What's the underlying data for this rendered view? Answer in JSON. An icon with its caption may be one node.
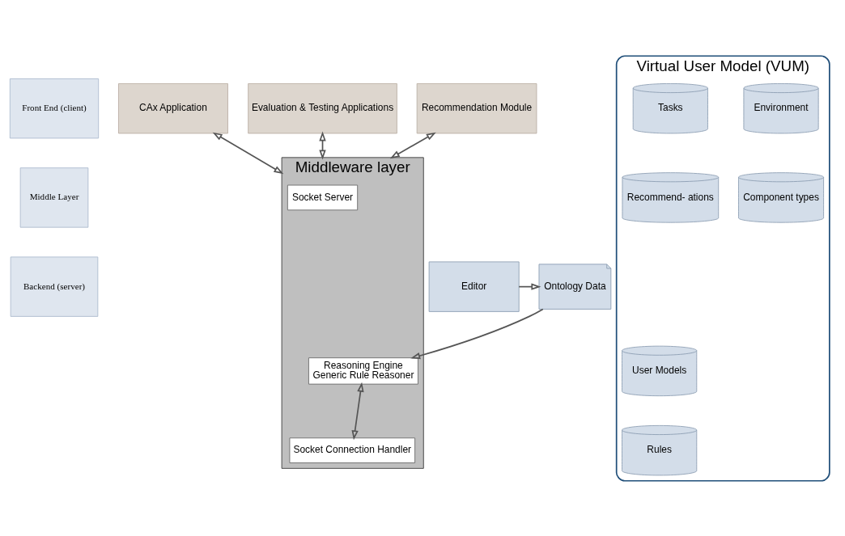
{
  "diagram": {
    "nodes": [
      {
        "text": [
          "Front End (client)"
        ]
      },
      {
        "text": [
          "Middle Layer"
        ]
      },
      {
        "text": [
          "Backend (server)"
        ]
      },
      {
        "text": [
          "Recommendation Module"
        ]
      },
      {
        "text": [
          "CAx Application"
        ]
      },
      {
        "text": [
          "Evaluation & Testing Applications"
        ]
      },
      {
        "text": [
          "Middleware layer"
        ]
      },
      {
        "text": [
          "Socket Server"
        ],
        "in": 6
      },
      {
        "text": [
          "Reasoning Engine",
          "Generic Rule Reasoner"
        ],
        "in": 6
      },
      {
        "text": [
          "Socket Connection Handler"
        ],
        "in": 6
      },
      {
        "text": [
          "Virtual User Model (VUM)"
        ]
      },
      {
        "text": [
          "User Models"
        ],
        "in": 10
      },
      {
        "text": [
          "Environment"
        ],
        "in": 10
      },
      {
        "text": [
          "Tasks"
        ],
        "in": 10
      },
      {
        "text": [
          "Rules"
        ],
        "in": 10
      },
      {
        "text": [
          "Component types"
        ],
        "in": 10
      },
      {
        "text": [
          "Recommend- ations"
        ],
        "in": 10
      },
      {
        "text": [
          "Editor"
        ]
      },
      {
        "text": [
          "Ontology Data"
        ]
      }
    ],
    "edges": [
      {
        "from": 3,
        "to": 6,
        "arrow": "both"
      },
      {
        "from": 4,
        "to": 6,
        "arrow": "both"
      },
      {
        "from": 5,
        "to": 6,
        "arrow": "both"
      },
      {
        "from": 8,
        "to": 9,
        "arrow": "both"
      },
      {
        "from": 18,
        "to": 8,
        "arrow": "to"
      },
      {
        "from": 17,
        "to": 18,
        "arrow": "to"
      }
    ]
  }
}
